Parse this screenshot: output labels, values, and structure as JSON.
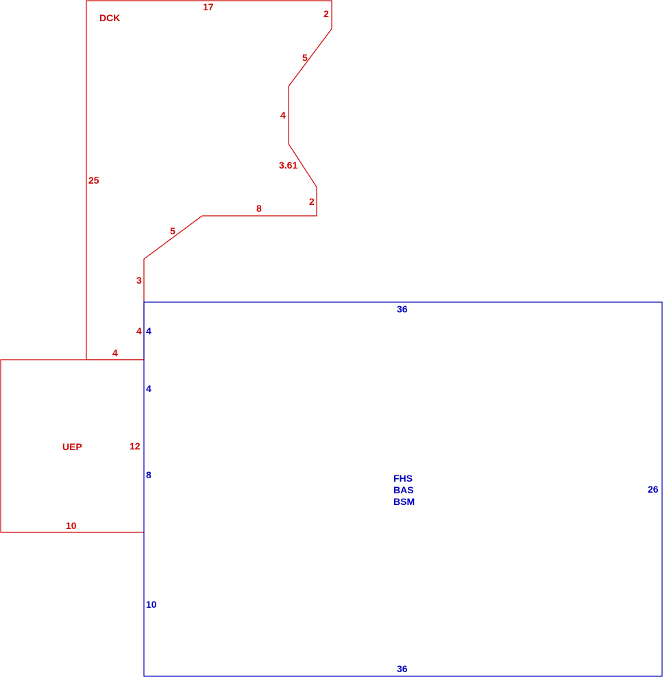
{
  "colors": {
    "red": "#cc0000",
    "blue": "#0000bb",
    "background": "#ffffff"
  },
  "areas": {
    "dck": {
      "label": "DCK",
      "dimensions": {
        "top": "17",
        "right_top": "2",
        "slant_upper": "5",
        "inner_vertical": "4",
        "slant_lower": "3.61",
        "right_lower": "2",
        "step": "8",
        "slant_left": "5",
        "left_short": "3",
        "left_mid": "4",
        "left_tall": "25",
        "bottom": "4"
      }
    },
    "uep": {
      "label": "UEP",
      "dimensions": {
        "right": "12",
        "bottom": "10"
      }
    },
    "main": {
      "labels": [
        "FHS",
        "BAS",
        "BSM"
      ],
      "dimensions": {
        "top": "36",
        "bottom": "36",
        "right": "26",
        "left_a": "4",
        "left_b": "4",
        "left_c": "8",
        "left_d": "10"
      }
    }
  }
}
